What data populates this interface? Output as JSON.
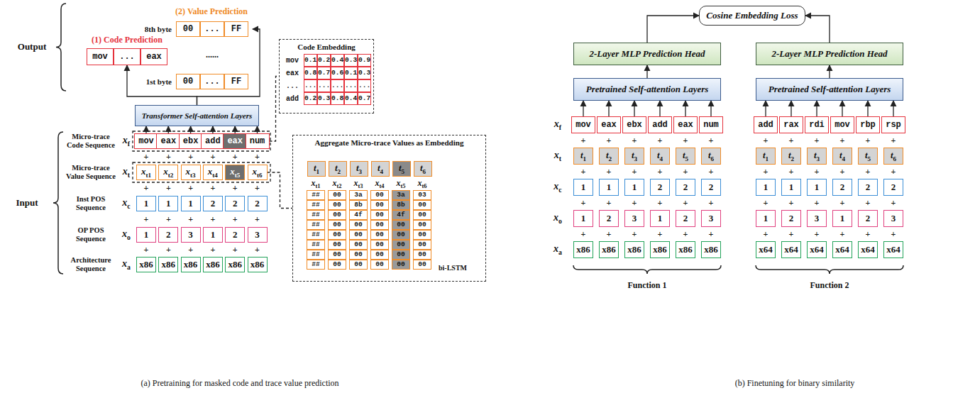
{
  "diagram": {
    "nodes": [
      {
        "text": [
          "(1) Code Prediction"
        ]
      },
      {
        "text": [
          "mov"
        ],
        "in": 0
      },
      {
        "text": [
          "..."
        ],
        "in": 0
      },
      {
        "text": [
          "eax"
        ],
        "in": 0
      },
      {
        "text": [
          "(2) Value Prediction"
        ]
      },
      {
        "text": [
          "8th byte"
        ],
        "in": 4
      },
      {
        "text": [
          "00"
        ],
        "in": 5
      },
      {
        "text": [
          "..."
        ],
        "in": 5
      },
      {
        "text": [
          "FF"
        ],
        "in": 5
      },
      {
        "text": [
          "1st byte"
        ],
        "in": 4
      },
      {
        "text": [
          "00"
        ],
        "in": 9
      },
      {
        "text": [
          "..."
        ],
        "in": 9
      },
      {
        "text": [
          "FF"
        ],
        "in": 9
      },
      {
        "text": [
          "Code Embedding"
        ]
      },
      {
        "text": [
          "Transformer Self-attention Layers"
        ]
      },
      {
        "text": [
          "mov"
        ]
      },
      {
        "text": [
          "eax"
        ]
      },
      {
        "text": [
          "ebx"
        ]
      },
      {
        "text": [
          "add"
        ]
      },
      {
        "text": [
          "eax"
        ]
      },
      {
        "text": [
          "num"
        ]
      },
      {
        "text": [
          "xt1"
        ]
      },
      {
        "text": [
          "xt2"
        ]
      },
      {
        "text": [
          "xt3"
        ]
      },
      {
        "text": [
          "xt4"
        ]
      },
      {
        "text": [
          "xt5"
        ]
      },
      {
        "text": [
          "xt6"
        ]
      },
      {
        "text": [
          "1"
        ]
      },
      {
        "text": [
          "1"
        ]
      },
      {
        "text": [
          "1"
        ]
      },
      {
        "text": [
          "2"
        ]
      },
      {
        "text": [
          "2"
        ]
      },
      {
        "text": [
          "2"
        ]
      },
      {
        "text": [
          "1"
        ]
      },
      {
        "text": [
          "2"
        ]
      },
      {
        "text": [
          "3"
        ]
      },
      {
        "text": [
          "1"
        ]
      },
      {
        "text": [
          "2"
        ]
      },
      {
        "text": [
          "3"
        ]
      },
      {
        "text": [
          "x86"
        ]
      },
      {
        "text": [
          "x86"
        ]
      },
      {
        "text": [
          "x86"
        ]
      },
      {
        "text": [
          "x86"
        ]
      },
      {
        "text": [
          "x86"
        ]
      },
      {
        "text": [
          "x86"
        ]
      },
      {
        "text": [
          "Aggregate Micro-trace Values as Embedding"
        ]
      },
      {
        "text": [
          "t1"
        ],
        "in": 45
      },
      {
        "text": [
          "t2"
        ],
        "in": 45
      },
      {
        "text": [
          "t3"
        ],
        "in": 45
      },
      {
        "text": [
          "t4"
        ],
        "in": 45
      },
      {
        "text": [
          "t5"
        ],
        "in": 45
      },
      {
        "text": [
          "t6"
        ],
        "in": 45
      },
      {
        "text": [
          "Cosine Embedding Loss"
        ]
      },
      {
        "text": [
          "2-Layer MLP Prediction Head"
        ]
      },
      {
        "text": [
          "2-Layer MLP Prediction Head"
        ]
      },
      {
        "text": [
          "Pretrained Self-attention Layers"
        ]
      },
      {
        "text": [
          "Pretrained Self-attention Layers"
        ]
      },
      {
        "text": [
          "mov"
        ]
      },
      {
        "text": [
          "eax"
        ]
      },
      {
        "text": [
          "ebx"
        ]
      },
      {
        "text": [
          "add"
        ]
      },
      {
        "text": [
          "eax"
        ]
      },
      {
        "text": [
          "num"
        ]
      },
      {
        "text": [
          "t1"
        ]
      },
      {
        "text": [
          "t2"
        ]
      },
      {
        "text": [
          "t3"
        ]
      },
      {
        "text": [
          "t4"
        ]
      },
      {
        "text": [
          "t5"
        ]
      },
      {
        "text": [
          "t6"
        ]
      },
      {
        "text": [
          "1"
        ]
      },
      {
        "text": [
          "1"
        ]
      },
      {
        "text": [
          "1"
        ]
      },
      {
        "text": [
          "2"
        ]
      },
      {
        "text": [
          "2"
        ]
      },
      {
        "text": [
          "2"
        ]
      },
      {
        "text": [
          "1"
        ]
      },
      {
        "text": [
          "2"
        ]
      },
      {
        "text": [
          "3"
        ]
      },
      {
        "text": [
          "1"
        ]
      },
      {
        "text": [
          "2"
        ]
      },
      {
        "text": [
          "3"
        ]
      },
      {
        "text": [
          "x86"
        ]
      },
      {
        "text": [
          "x86"
        ]
      },
      {
        "text": [
          "x86"
        ]
      },
      {
        "text": [
          "x86"
        ]
      },
      {
        "text": [
          "x86"
        ]
      },
      {
        "text": [
          "x86"
        ]
      },
      {
        "text": [
          "add"
        ]
      },
      {
        "text": [
          "rax"
        ]
      },
      {
        "text": [
          "rdi"
        ]
      },
      {
        "text": [
          "mov"
        ]
      },
      {
        "text": [
          "rbp"
        ]
      },
      {
        "text": [
          "rsp"
        ]
      },
      {
        "text": [
          "t1"
        ]
      },
      {
        "text": [
          "t2"
        ]
      },
      {
        "text": [
          "t3"
        ]
      },
      {
        "text": [
          "t4"
        ]
      },
      {
        "text": [
          "t5"
        ]
      },
      {
        "text": [
          "t6"
        ]
      },
      {
        "text": [
          "1"
        ]
      },
      {
        "text": [
          "1"
        ]
      },
      {
        "text": [
          "1"
        ]
      },
      {
        "text": [
          "2"
        ]
      },
      {
        "text": [
          "2"
        ]
      },
      {
        "text": [
          "2"
        ]
      },
      {
        "text": [
          "1"
        ]
      },
      {
        "text": [
          "2"
        ]
      },
      {
        "text": [
          "3"
        ]
      },
      {
        "text": [
          "1"
        ]
      },
      {
        "text": [
          "2"
        ]
      },
      {
        "text": [
          "3"
        ]
      },
      {
        "text": [
          "x64"
        ]
      },
      {
        "text": [
          "x64"
        ]
      },
      {
        "text": [
          "x64"
        ]
      },
      {
        "text": [
          "x64"
        ]
      },
      {
        "text": [
          "x64"
        ]
      },
      {
        "text": [
          "x64"
        ]
      }
    ],
    "edges": [
      {
        "from": 14,
        "to": 0,
        "arrow": "to"
      },
      {
        "from": 14,
        "to": 4,
        "arrow": "to"
      },
      {
        "from": 15,
        "to": 14,
        "arrow": "to"
      },
      {
        "from": 16,
        "to": 14,
        "arrow": "to"
      },
      {
        "from": 17,
        "to": 14,
        "arrow": "to"
      },
      {
        "from": 18,
        "to": 14,
        "arrow": "to"
      },
      {
        "from": 19,
        "to": 14,
        "arrow": "to"
      },
      {
        "from": 20,
        "to": 14,
        "arrow": "to"
      },
      {
        "from": 20,
        "to": 13,
        "arrow": "none"
      },
      {
        "from": 26,
        "to": 45,
        "arrow": "none"
      },
      {
        "from": 55,
        "to": 53,
        "arrow": "to"
      },
      {
        "from": 56,
        "to": 54,
        "arrow": "to"
      },
      {
        "from": 53,
        "to": 52,
        "arrow": "to"
      },
      {
        "from": 54,
        "to": 52,
        "arrow": "to"
      },
      {
        "from": 57,
        "to": 55,
        "arrow": "to"
      },
      {
        "from": 58,
        "to": 55,
        "arrow": "to"
      },
      {
        "from": 59,
        "to": 55,
        "arrow": "to"
      },
      {
        "from": 60,
        "to": 55,
        "arrow": "to"
      },
      {
        "from": 61,
        "to": 55,
        "arrow": "to"
      },
      {
        "from": 62,
        "to": 55,
        "arrow": "to"
      },
      {
        "from": 87,
        "to": 56,
        "arrow": "to"
      },
      {
        "from": 88,
        "to": 56,
        "arrow": "to"
      },
      {
        "from": 89,
        "to": 56,
        "arrow": "to"
      },
      {
        "from": 90,
        "to": 56,
        "arrow": "to"
      },
      {
        "from": 91,
        "to": 56,
        "arrow": "to"
      },
      {
        "from": 92,
        "to": 56,
        "arrow": "to"
      }
    ],
    "labels": [
      "Output",
      "Input",
      "Micro-trace Code Sequence",
      "xf",
      "Micro-trace Value Sequence",
      "xt",
      "Inst POS Sequence",
      "xc",
      "OP POS Sequence",
      "xo",
      "Architecture Sequence",
      "xa",
      "+",
      "+",
      "+",
      "+",
      "+",
      "+",
      "+",
      "+",
      "+",
      "+",
      "+",
      "+",
      "+",
      "+",
      "+",
      "+",
      "+",
      "+",
      "+",
      "+",
      "+",
      "+",
      "+",
      "+",
      "......",
      "mov",
      "0.1",
      "0.2",
      "0.4",
      "0.3",
      "0.9",
      "eax",
      "0.8",
      "0.7",
      "0.6",
      "0.1",
      "0.3",
      "...",
      "...",
      "...",
      "...",
      "...",
      "...",
      "add",
      "0.2",
      "0.3",
      "0.8",
      "0.4",
      "0.7",
      "xt1",
      "xt2",
      "xt3",
      "xt4",
      "xt5",
      "xt6",
      "##",
      "##",
      "##",
      "##",
      "##",
      "##",
      "##",
      "##",
      "00",
      "00",
      "00",
      "00",
      "00",
      "00",
      "00",
      "00",
      "3a",
      "8b",
      "4f",
      "00",
      "00",
      "00",
      "00",
      "00",
      "00",
      "00",
      "00",
      "00",
      "00",
      "00",
      "00",
      "00",
      "3a",
      "8b",
      "4f",
      "00",
      "00",
      "00",
      "00",
      "00",
      "03",
      "00",
      "00",
      "00",
      "00",
      "00",
      "00",
      "00",
      "bi-LSTM",
      "(a) Pretraining for masked code and trace value prediction",
      "xf",
      "xt",
      "xc",
      "xo",
      "xa",
      "+",
      "+",
      "+",
      "+",
      "+",
      "+",
      "+",
      "+",
      "+",
      "+",
      "+",
      "+",
      "+",
      "+",
      "+",
      "+",
      "+",
      "+",
      "+",
      "+",
      "+",
      "+",
      "+",
      "+",
      "+",
      "+",
      "+",
      "+",
      "+",
      "+",
      "+",
      "+",
      "+",
      "+",
      "+",
      "+",
      "+",
      "+",
      "+",
      "+",
      "+",
      "+",
      "+",
      "+",
      "+",
      "+",
      "+",
      "+",
      "Function 1",
      "Function 2",
      "(b) Finetuning for binary similarity"
    ]
  }
}
